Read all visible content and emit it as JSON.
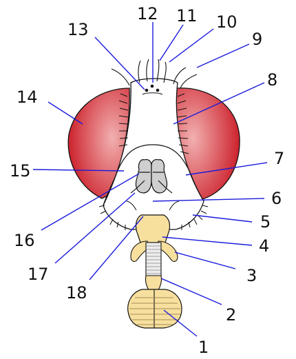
{
  "colors": {
    "eye_inner": "#f2b0b0",
    "eye_outer": "#c8121e",
    "head_fill": "#ffffff",
    "proboscis_fill": "#f7df9e",
    "leader_line": "#1a1adc",
    "outline": "#111111",
    "palp_fill": "#cfcfcf"
  },
  "labels": [
    {
      "id": "1",
      "text": "1"
    },
    {
      "id": "2",
      "text": "2"
    },
    {
      "id": "3",
      "text": "3"
    },
    {
      "id": "4",
      "text": "4"
    },
    {
      "id": "5",
      "text": "5"
    },
    {
      "id": "6",
      "text": "6"
    },
    {
      "id": "7",
      "text": "7"
    },
    {
      "id": "8",
      "text": "8"
    },
    {
      "id": "9",
      "text": "9"
    },
    {
      "id": "10",
      "text": "10"
    },
    {
      "id": "11",
      "text": "11"
    },
    {
      "id": "12",
      "text": "12"
    },
    {
      "id": "13",
      "text": "13"
    },
    {
      "id": "14",
      "text": "14"
    },
    {
      "id": "15",
      "text": "15"
    },
    {
      "id": "16",
      "text": "16"
    },
    {
      "id": "17",
      "text": "17"
    },
    {
      "id": "18",
      "text": "18"
    }
  ]
}
